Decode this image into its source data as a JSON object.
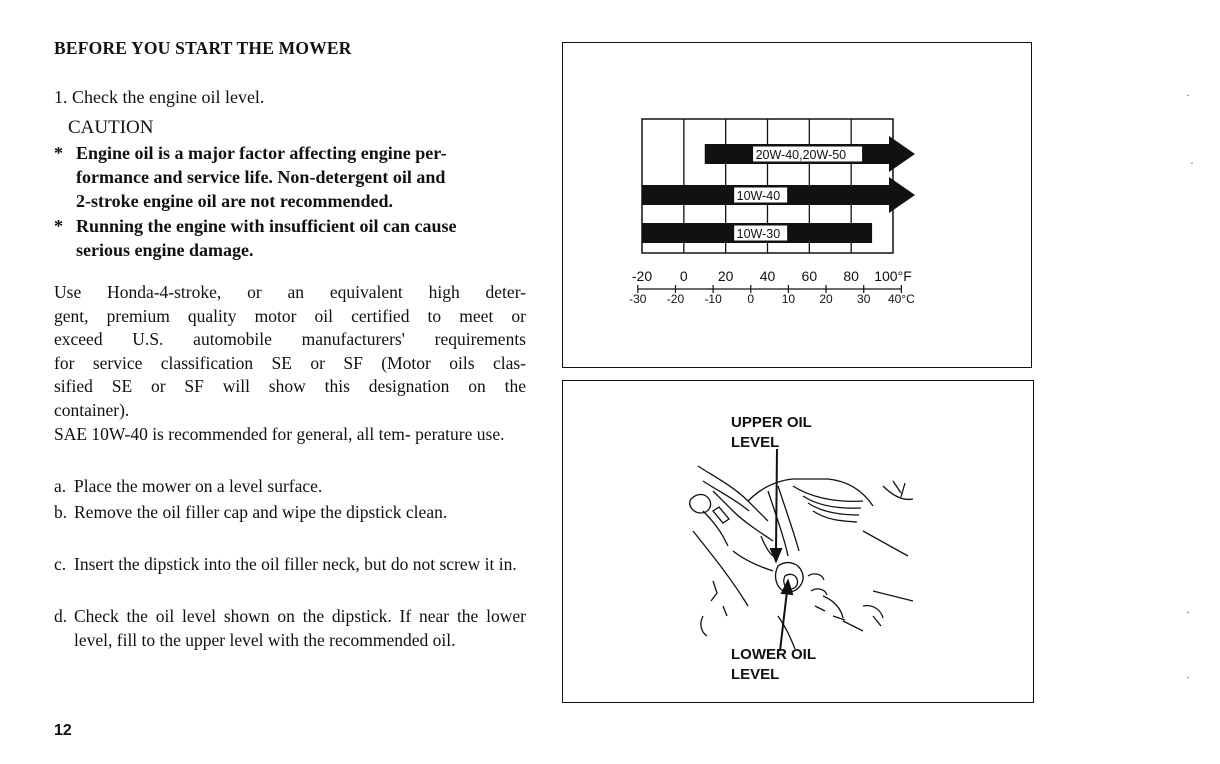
{
  "page": {
    "title": "BEFORE YOU START THE MOWER",
    "step1": "1. Check the engine oil level.",
    "caution_heading": "CAUTION",
    "bullets": [
      {
        "star": "*",
        "lines": [
          "Engine oil is a major factor affecting engine per-",
          "formance and service life. Non-detergent oil and",
          "2-stroke engine oil are not recommended."
        ]
      },
      {
        "star": "*",
        "lines": [
          "Running the engine with insufficient oil can cause",
          "serious engine damage."
        ]
      }
    ],
    "paragraph": [
      "Use Honda-4-stroke, or an equivalent high deter-",
      "gent, premium quality motor oil certified to meet or",
      "exceed U.S. automobile manufacturers' requirements",
      "for service classification SE or SF (Motor oils clas-",
      "sified SE or SF will show this designation on the",
      "container)."
    ],
    "recommendation": "SAE 10W-40 is recommended for general, all tem- perature use.",
    "steps": [
      {
        "label": "a.",
        "text": "Place the mower on a level surface."
      },
      {
        "label": "b.",
        "text": "Remove the oil filler cap and wipe the dipstick clean."
      },
      {
        "label": "c.",
        "text": "Insert the dipstick into the oil filler neck, but do not screw it in."
      },
      {
        "label": "d.",
        "text": "Check the oil level shown on the dipstick. If near the lower level, fill to the upper level with the recommended oil."
      }
    ],
    "page_number": "12"
  },
  "chart_data": {
    "type": "bar",
    "orientation": "horizontal-range",
    "series": [
      {
        "name": "20W-40,20W-50",
        "from_f": 10,
        "to_f": 100,
        "arrow": true
      },
      {
        "name": "10W-40",
        "from_f": -20,
        "to_f": 100,
        "arrow": true
      },
      {
        "name": "10W-30",
        "from_f": -20,
        "to_f": 90,
        "arrow": false
      }
    ],
    "fahrenheit_ticks": [
      "-20",
      "0",
      "20",
      "40",
      "60",
      "80",
      "100°F"
    ],
    "fahrenheit_values": [
      -20,
      0,
      20,
      40,
      60,
      80,
      100
    ],
    "celsius_ticks": [
      "-30",
      "-20",
      "-10",
      "0",
      "10",
      "20",
      "30",
      "40°C"
    ],
    "celsius_values": [
      -30,
      -20,
      -10,
      0,
      10,
      20,
      30,
      40
    ],
    "xlim_f": [
      -20,
      100
    ]
  },
  "diagram": {
    "upper_label": [
      "UPPER OIL",
      "LEVEL"
    ],
    "lower_label": [
      "LOWER OIL",
      "LEVEL"
    ]
  }
}
